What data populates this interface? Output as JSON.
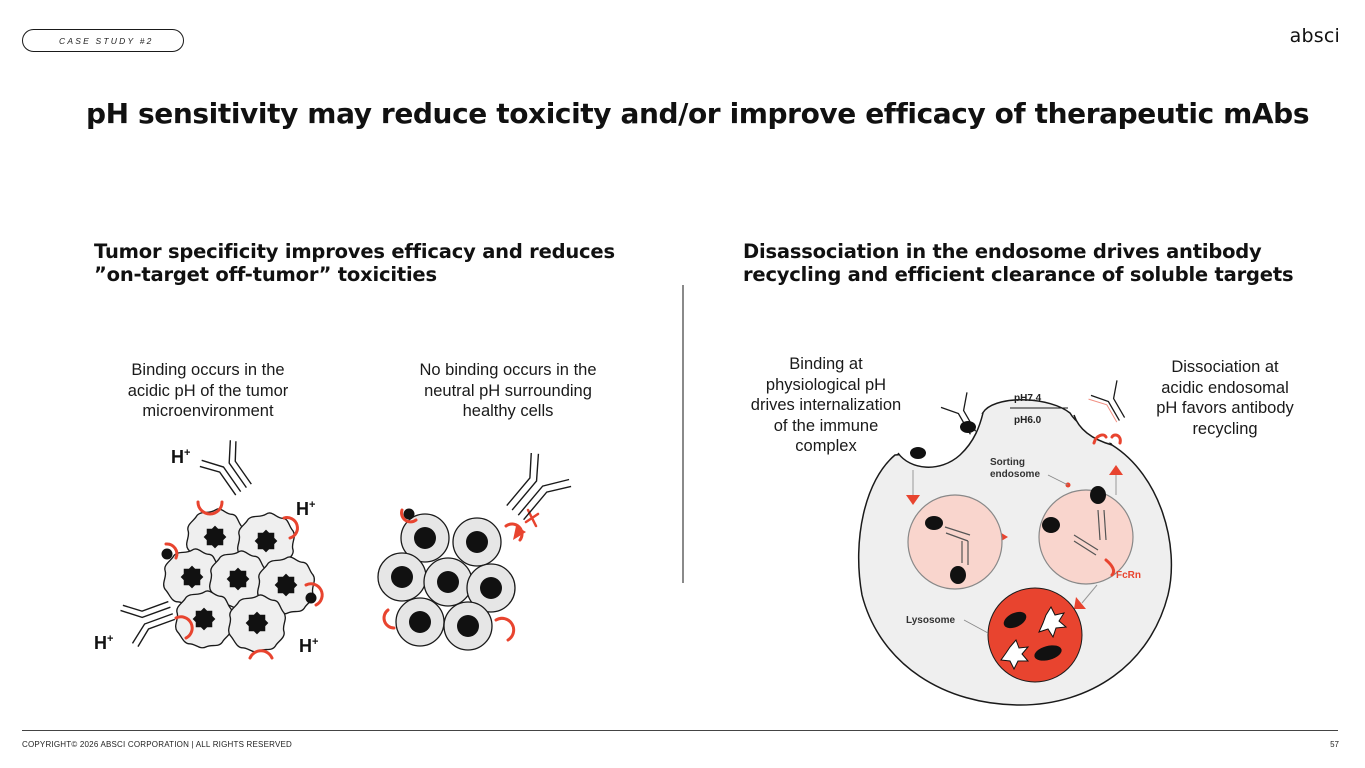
{
  "header": {
    "badge": "CASE STUDY #2",
    "logo_text": "absci",
    "title": "pH sensitivity may reduce toxicity and/or improve efficacy of therapeutic mAbs"
  },
  "left_panel": {
    "subtitle_line1": "Tumor specificity improves efficacy and reduces",
    "subtitle_line2": "”on-target off-tumor” toxicities",
    "tumor_caption": [
      "Binding occurs in the",
      "acidic pH of the tumor",
      "microenvironment"
    ],
    "healthy_caption": [
      "No binding occurs in the",
      "neutral pH surrounding",
      "healthy cells"
    ],
    "proton_label": "H",
    "proton_charge": "+"
  },
  "right_panel": {
    "subtitle_line1": "Disassociation in the endosome drives antibody",
    "subtitle_line2": "recycling and efficient clearance of soluble targets",
    "binding_caption": [
      "Binding at",
      "physiological pH",
      "drives internalization",
      "of the immune",
      "complex"
    ],
    "dissociation_caption": [
      "Dissociation at",
      "acidic endosomal",
      "pH favors antibody",
      "recycling"
    ],
    "labels": {
      "ph_outside": "pH7.4",
      "ph_inside": "pH6.0",
      "sorting_line1": "Sorting",
      "sorting_line2": "endosome",
      "receptor": "FcRn",
      "lysosome": "Lysosome"
    }
  },
  "footer": {
    "copyright": "COPYRIGHT© 2026 ABSCI CORPORATION | ALL RIGHTS RESERVED",
    "page_number": "57"
  },
  "colors": {
    "accent": "#e8442f",
    "pink": "#f9d5cd",
    "cell_gray": "#e6e6e6",
    "cell_membrane": "#efefef",
    "text": "#111111"
  },
  "icons": [
    "antibody-icon",
    "receptor-icon",
    "tumor-cell-icon",
    "healthy-cell-icon",
    "proton-icon",
    "endosome-icon",
    "lysosome-icon"
  ]
}
